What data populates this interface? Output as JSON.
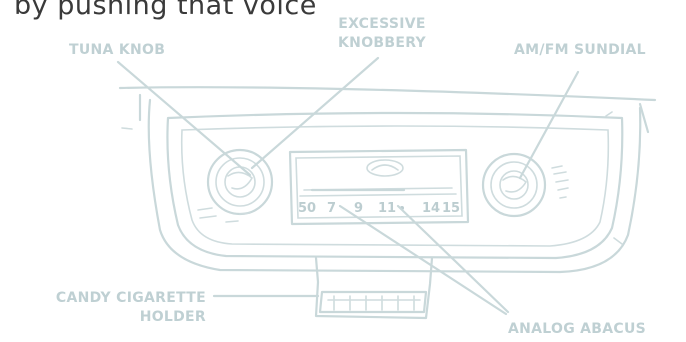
{
  "header_text": "by pushing that voice",
  "labels": {
    "tuna_knob": "TUNA KNOB",
    "excessive_line1": "EXCESSIVE",
    "excessive_line2": "KNOBBERY",
    "am_fm": "AM/FM SUNDIAL",
    "candy_line1": "CANDY CIGARETTE",
    "candy_line2": "HOLDER",
    "analog_abacus": "ANALOG ABACUS"
  },
  "dial_numbers": [
    "50",
    "7",
    "9",
    "11",
    "14",
    "15"
  ],
  "colors": {
    "sketch": "#c9d8da",
    "label": "#bfd0d3",
    "text": "#3a3a3a"
  }
}
